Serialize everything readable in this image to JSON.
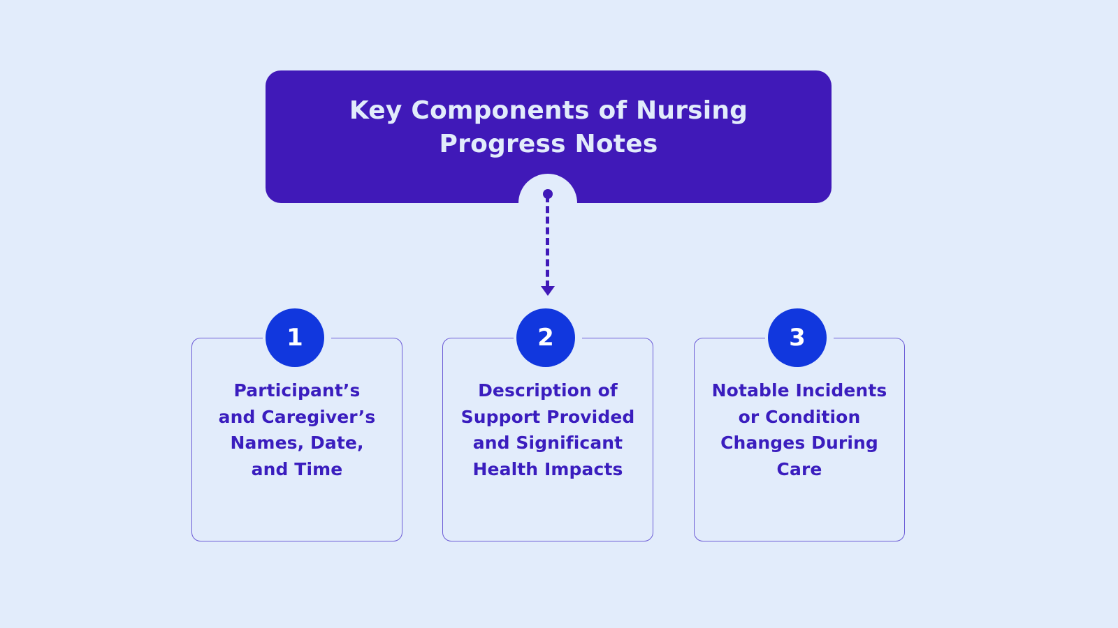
{
  "theme": {
    "background": "#e2ecfb",
    "banner_fill": "#4019b8",
    "banner_text": "#e2ecfb",
    "badge_fill": "#1137de",
    "badge_text": "#ffffff",
    "card_border": "#6b5bd6",
    "card_text": "#3a1dbe",
    "connector": "#4019b8"
  },
  "header": {
    "title": "Key Components of Nursing\nProgress Notes"
  },
  "connector": {
    "dot": "origin-dot",
    "line_style": "dashed",
    "arrow": "arrow-down"
  },
  "cards": [
    {
      "number": "1",
      "text": "Participant’s\nand Caregiver’s\nNames, Date,\nand Time"
    },
    {
      "number": "2",
      "text": "Description of\nSupport Provided\nand Significant\nHealth Impacts"
    },
    {
      "number": "3",
      "text": "Notable Incidents\nor Condition\nChanges During\nCare"
    }
  ]
}
